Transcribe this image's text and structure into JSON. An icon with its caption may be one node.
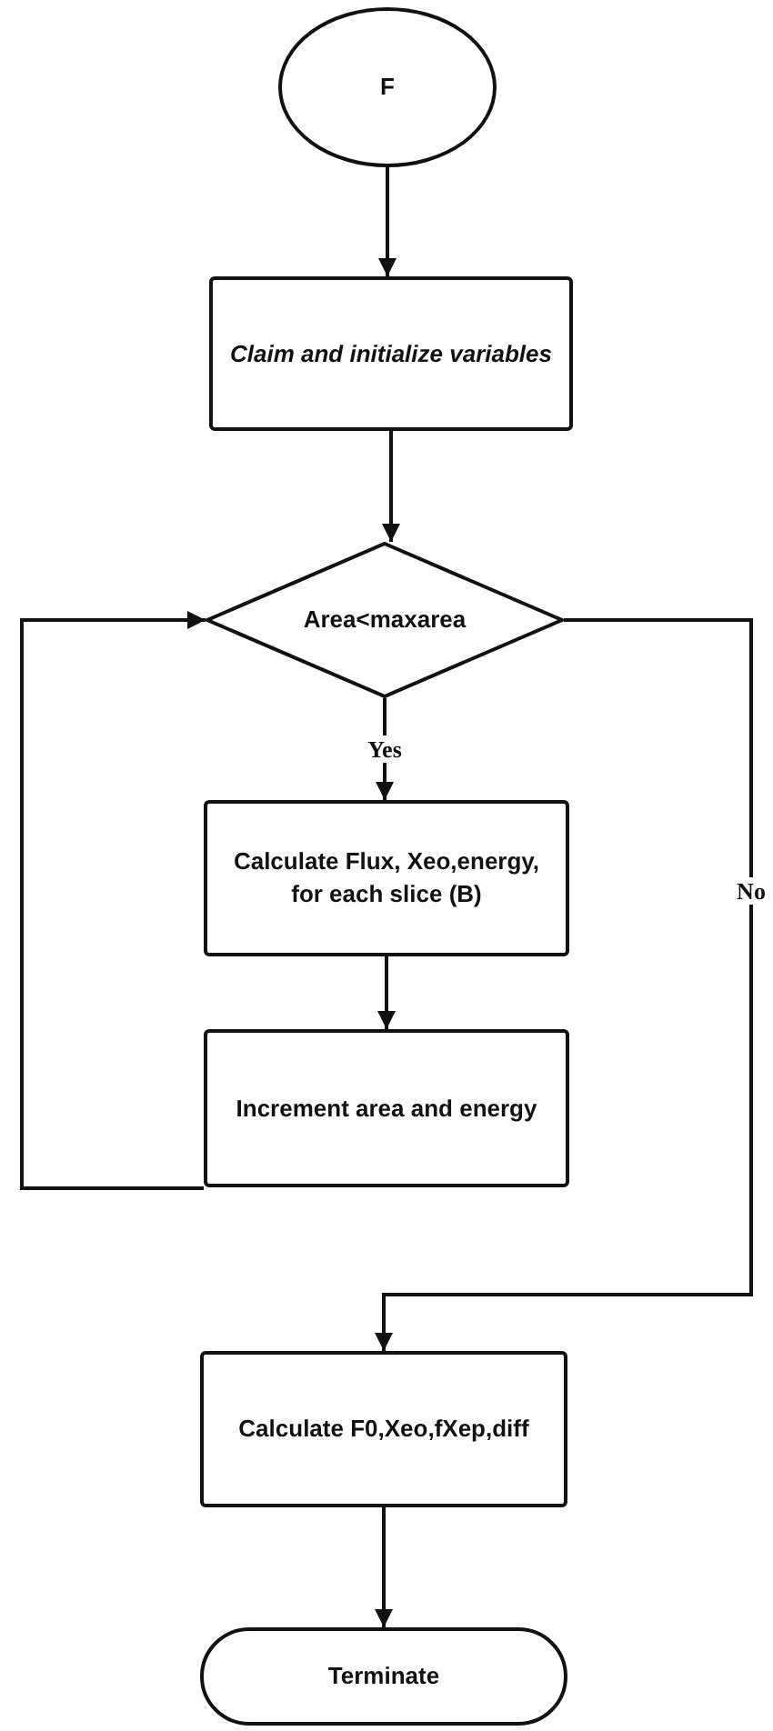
{
  "diagram": {
    "nodes": [
      {
        "text": [
          "F"
        ]
      },
      {
        "text": [
          "Claim and initialize variables"
        ]
      },
      {
        "text": [
          "Area<maxarea"
        ]
      },
      {
        "text": [
          "Calculate Flux, Xeo,energy, for each slice (B)"
        ]
      },
      {
        "text": [
          "Increment area and energy"
        ]
      },
      {
        "text": [
          "Calculate F0,Xeo,fXep,diff"
        ]
      },
      {
        "text": [
          "Terminate"
        ]
      }
    ],
    "edges": [
      {
        "from": 0,
        "to": 1,
        "arrow": "to"
      },
      {
        "from": 1,
        "to": 2,
        "arrow": "to"
      },
      {
        "from": 2,
        "to": 3,
        "arrow": "to",
        "label": "Yes"
      },
      {
        "from": 3,
        "to": 4,
        "arrow": "to"
      },
      {
        "from": 4,
        "to": 2,
        "arrow": "to"
      },
      {
        "from": 2,
        "to": 5,
        "arrow": "to",
        "label": "No"
      },
      {
        "from": 5,
        "to": 6,
        "arrow": "to"
      }
    ]
  }
}
